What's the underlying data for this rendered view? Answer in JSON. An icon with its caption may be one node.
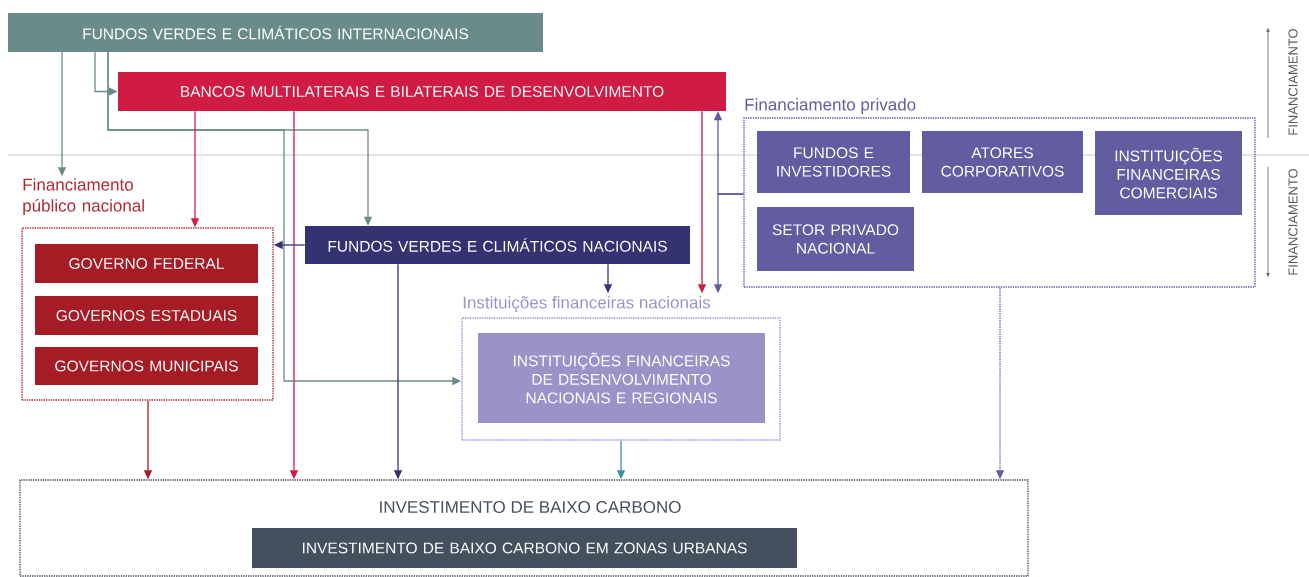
{
  "diagram": {
    "nodes": [
      {
        "text": [
          "FUNDOS VERDES E CLIMÁTICOS INTERNACIONAIS"
        ]
      },
      {
        "text": [
          "BANCOS MULTILATERAIS E BILATERAIS DE DESENVOLVIMENTO"
        ]
      },
      {
        "text": [
          "Financiamento público nacional"
        ]
      },
      {
        "text": [
          "GOVERNO FEDERAL"
        ],
        "in": 2
      },
      {
        "text": [
          "GOVERNOS ESTADUAIS"
        ],
        "in": 2
      },
      {
        "text": [
          "GOVERNOS MUNICIPAIS"
        ],
        "in": 2
      },
      {
        "text": [
          "FUNDOS VERDES E CLIMÁTICOS NACIONAIS"
        ]
      },
      {
        "text": [
          "Financiamento privado"
        ]
      },
      {
        "text": [
          "FUNDOS E INVESTIDORES"
        ],
        "in": 7
      },
      {
        "text": [
          "ATORES CORPORATIVOS"
        ],
        "in": 7
      },
      {
        "text": [
          "INSTITUIÇÕES FINANCEIRAS COMERCIAIS"
        ],
        "in": 7
      },
      {
        "text": [
          "SETOR PRIVADO NACIONAL"
        ],
        "in": 7
      },
      {
        "text": [
          "Instituições financeiras nacionais"
        ]
      },
      {
        "text": [
          "INSTITUIÇÕES FINANCEIRAS DE DESENVOLVIMENTO NACIONAIS E REGIONAIS"
        ],
        "in": 12
      },
      {
        "text": [
          "INVESTIMENTO DE BAIXO CARBONO"
        ]
      },
      {
        "text": [
          "INVESTIMENTO DE BAIXO CARBONO EM ZONAS URBANAS"
        ],
        "in": 14
      }
    ],
    "edges": [
      {
        "from": 0,
        "to": 1,
        "arrow": "to",
        "color": "#6a8c89"
      },
      {
        "from": 0,
        "to": 2,
        "arrow": "to",
        "color": "#6a8c89"
      },
      {
        "from": 0,
        "to": 6,
        "arrow": "to",
        "color": "#6a8c89"
      },
      {
        "from": 0,
        "to": 12,
        "arrow": "to",
        "color": "#6a8c89"
      },
      {
        "from": 1,
        "to": 2,
        "arrow": "to",
        "color": "#d01c44"
      },
      {
        "from": 1,
        "to": 14,
        "arrow": "to",
        "color": "#d01c44"
      },
      {
        "from": 1,
        "to": 12,
        "arrow": "to",
        "color": "#d01c44"
      },
      {
        "from": 6,
        "to": 2,
        "arrow": "to",
        "color": "#343270"
      },
      {
        "from": 6,
        "to": 14,
        "arrow": "to",
        "color": "#343270"
      },
      {
        "from": 6,
        "to": 12,
        "arrow": "to",
        "color": "#343270"
      },
      {
        "from": 2,
        "to": 14,
        "arrow": "to",
        "color": "#a51c24"
      },
      {
        "from": 12,
        "to": 14,
        "arrow": "to",
        "color": "#3a8fa8"
      },
      {
        "from": 7,
        "to": 14,
        "arrow": "to",
        "style": "dashed",
        "color": "#625ca0"
      },
      {
        "from": 7,
        "to": 1,
        "arrow": "to",
        "color": "#625ca0"
      },
      {
        "from": 7,
        "to": 12,
        "arrow": "to",
        "color": "#625ca0"
      }
    ],
    "labels": [
      "FINANCIAMENTO",
      "FINANCIAMENTO"
    ]
  }
}
